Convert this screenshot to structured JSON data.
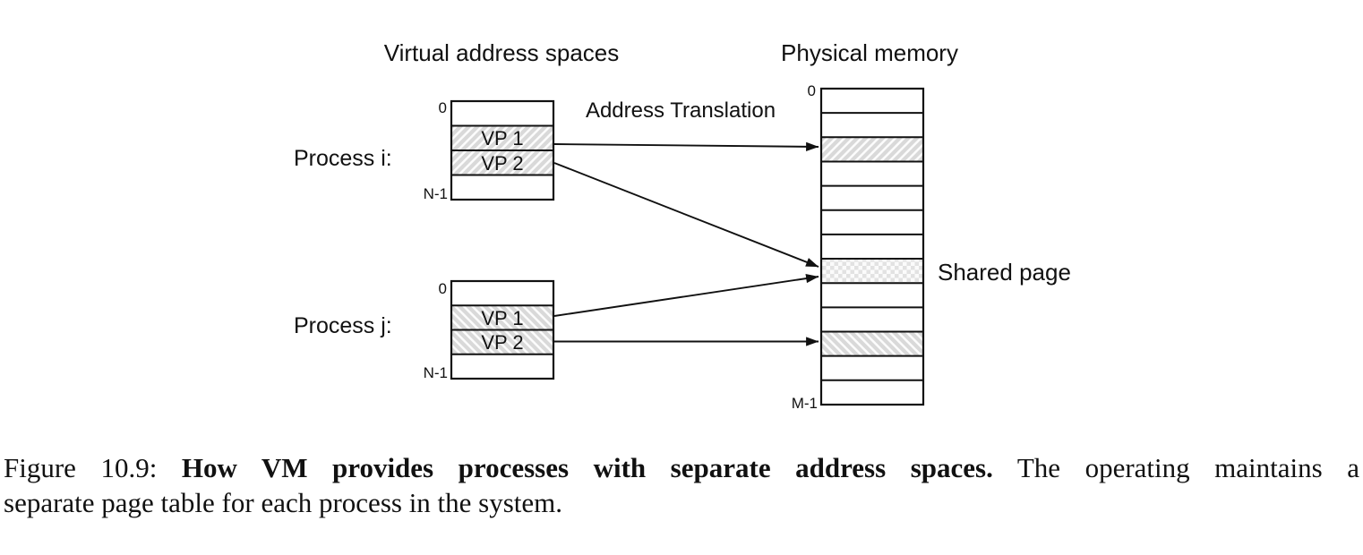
{
  "titles": {
    "virtual": "Virtual address spaces",
    "physical": "Physical memory"
  },
  "labels": {
    "address_translation": "Address Translation",
    "shared_page": "Shared page",
    "process_i": "Process i:",
    "process_j": "Process j:",
    "vp1": "VP 1",
    "vp2": "VP 2",
    "addr_zero": "0",
    "addr_n_minus_1": "N-1",
    "addr_m_minus_1": "M-1"
  },
  "figure": {
    "virtual_page_rows_per_process": 4,
    "physical_memory_rows": 13,
    "hatched_physical_rows": [
      3,
      8,
      11
    ],
    "shared_physical_row": 8,
    "mappings": [
      {
        "from": "Process i VP 1",
        "to_physical_row": 3
      },
      {
        "from": "Process i VP 2",
        "to_physical_row": 8,
        "shared": true
      },
      {
        "from": "Process j VP 1",
        "to_physical_row": 8,
        "shared": true
      },
      {
        "from": "Process j VP 2",
        "to_physical_row": 11
      }
    ]
  },
  "colors": {
    "line": "#111111",
    "hatch_stripe": "#d9d9d9",
    "checker": "#e2e2e2",
    "box_fill": "#fcfcfc",
    "background": "#ffffff"
  },
  "caption": {
    "figure_label": "Figure 10.9:",
    "title_bold": "How VM provides processes with separate address spaces.",
    "line1_rest": "The operating maintains a",
    "line2": "separate page table for each process in the system."
  }
}
